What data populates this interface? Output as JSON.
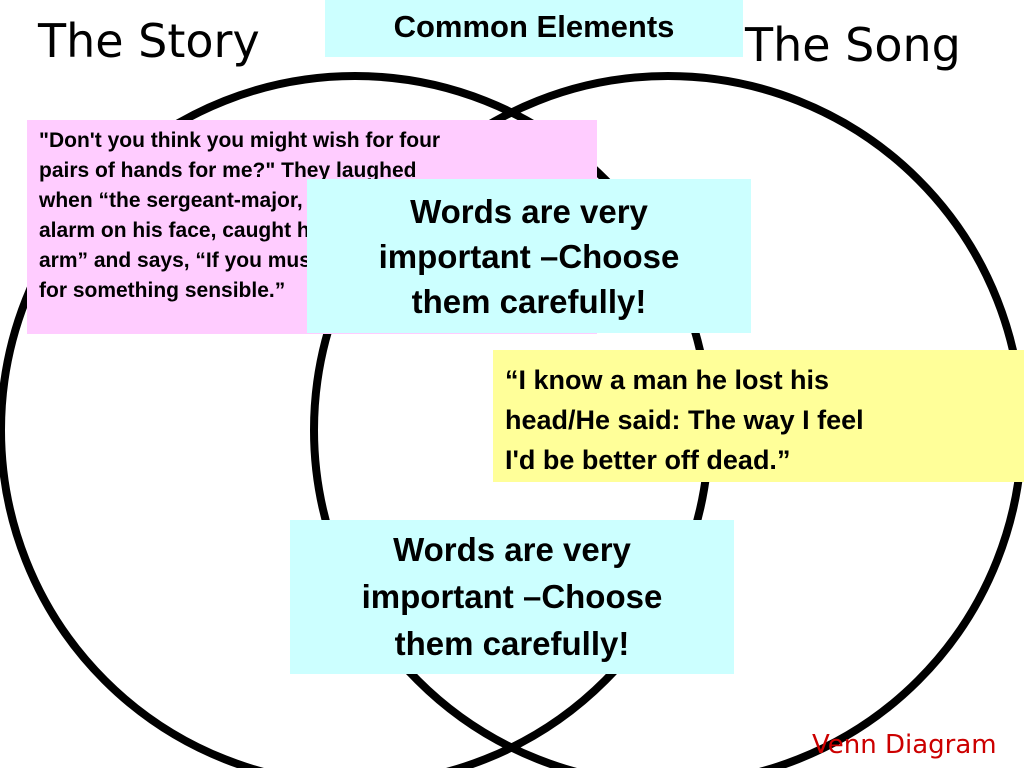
{
  "headings": {
    "left": "The Story",
    "right": "The Song",
    "center": "Common Elements"
  },
  "story_quote": {
    "lines": [
      "\"Don't you think you might wish for four",
      "pairs of hands for me?\" They laughed",
      "when “the sergeant-major, with a look of",
      "alarm on his face, caught him by the",
      "arm” and says, “If you must wish, wish",
      "for something sensible.”"
    ]
  },
  "common_top": {
    "lines": [
      "Words are very",
      "important –Choose",
      "them carefully!"
    ]
  },
  "song_quote": {
    "lines": [
      "“I know a man he lost his",
      "head/He said:  The way I feel",
      "I'd be better off dead.”"
    ]
  },
  "common_bottom": {
    "lines": [
      "Words are very",
      "important –Choose",
      "them carefully!"
    ]
  },
  "footer": {
    "label": "Venn Diagram"
  },
  "colors": {
    "common_fill": "#ccffff",
    "story_fill": "#ffccff",
    "song_fill": "#ffff99",
    "footer_text": "#cc0000",
    "circle_stroke": "#000000"
  }
}
